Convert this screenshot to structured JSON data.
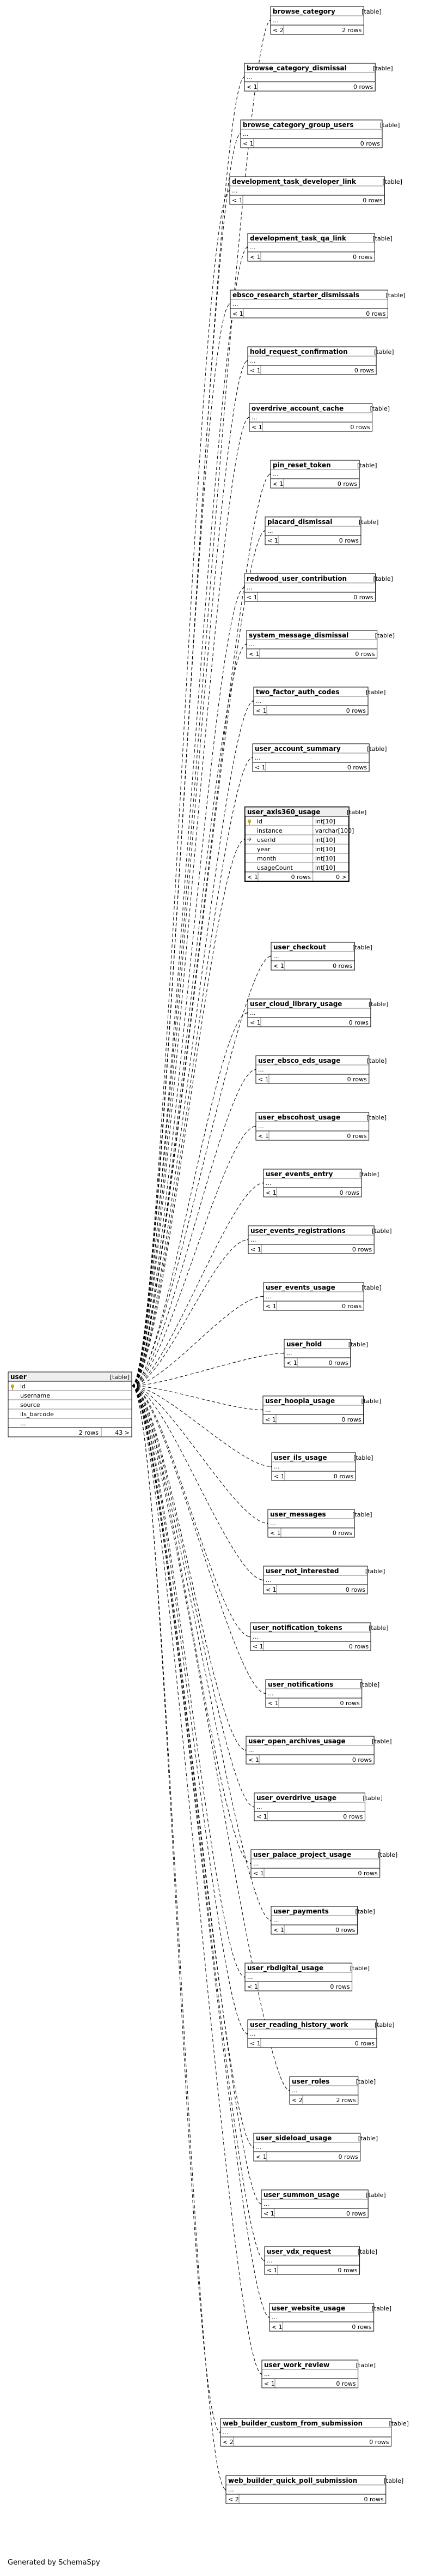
{
  "footer": {
    "text": "Generated by SchemaSpy"
  },
  "diagram": {
    "source_table": {
      "name": "user",
      "tag": "[table]",
      "columns": [
        {
          "name": "id",
          "key": true
        },
        {
          "name": "username"
        },
        {
          "name": "source"
        },
        {
          "name": "ils_barcode"
        },
        {
          "name": "..."
        }
      ],
      "rows": "2 rows",
      "refs": "43 >"
    },
    "tables": [
      {
        "name": "browse_category",
        "cells": [
          "...",
          "< 2",
          "2 rows"
        ]
      },
      {
        "name": "browse_category_dismissal",
        "cells": [
          "...",
          "< 1",
          "0 rows"
        ]
      },
      {
        "name": "browse_category_group_users",
        "cells": [
          "...",
          "< 1",
          "0 rows"
        ]
      },
      {
        "name": "development_task_developer_link",
        "cells": [
          "...",
          "< 1",
          "0 rows"
        ]
      },
      {
        "name": "development_task_qa_link",
        "cells": [
          "...",
          "< 1",
          "0 rows"
        ]
      },
      {
        "name": "ebsco_research_starter_dismissals",
        "cells": [
          "...",
          "< 1",
          "0 rows"
        ]
      },
      {
        "name": "hold_request_confirmation",
        "cells": [
          "...",
          "< 1",
          "0 rows"
        ]
      },
      {
        "name": "overdrive_account_cache",
        "cells": [
          "...",
          "< 1",
          "0 rows"
        ]
      },
      {
        "name": "pin_reset_token",
        "cells": [
          "...",
          "< 1",
          "0 rows"
        ]
      },
      {
        "name": "placard_dismissal",
        "cells": [
          "...",
          "< 1",
          "0 rows"
        ]
      },
      {
        "name": "redwood_user_contribution",
        "cells": [
          "...",
          "< 1",
          "0 rows"
        ]
      },
      {
        "name": "system_message_dismissal",
        "cells": [
          "...",
          "< 1",
          "0 rows"
        ]
      },
      {
        "name": "two_factor_auth_codes",
        "cells": [
          "...",
          "< 1",
          "0 rows"
        ]
      },
      {
        "name": "user_account_summary",
        "cells": [
          "...",
          "< 1",
          "0 rows"
        ]
      },
      {
        "name": "user_axis360_usage",
        "detailed": true,
        "columns": [
          {
            "name": "id",
            "type": "int[10]",
            "key": true
          },
          {
            "name": "instance",
            "type": "varchar[100]"
          },
          {
            "name": "userId",
            "type": "int[10]",
            "fk": true
          },
          {
            "name": "year",
            "type": "int[10]"
          },
          {
            "name": "month",
            "type": "int[10]"
          },
          {
            "name": "usageCount",
            "type": "int[10]"
          }
        ],
        "foot": [
          "< 1",
          "0 rows",
          "0 >"
        ]
      },
      {
        "name": "user_checkout",
        "cells": [
          "...",
          "< 1",
          "0 rows"
        ]
      },
      {
        "name": "user_cloud_library_usage",
        "cells": [
          "...",
          "< 1",
          "0 rows"
        ]
      },
      {
        "name": "user_ebsco_eds_usage",
        "cells": [
          "...",
          "< 1",
          "0 rows"
        ]
      },
      {
        "name": "user_ebscohost_usage",
        "cells": [
          "...",
          "< 1",
          "0 rows"
        ]
      },
      {
        "name": "user_events_entry",
        "cells": [
          "...",
          "< 1",
          "0 rows"
        ]
      },
      {
        "name": "user_events_registrations",
        "cells": [
          "...",
          "< 1",
          "0 rows"
        ]
      },
      {
        "name": "user_events_usage",
        "cells": [
          "...",
          "< 1",
          "0 rows"
        ]
      },
      {
        "name": "user_hold",
        "cells": [
          "...",
          "< 1",
          "0 rows"
        ]
      },
      {
        "name": "user_hoopla_usage",
        "cells": [
          "...",
          "< 1",
          "0 rows"
        ]
      },
      {
        "name": "user_ils_usage",
        "cells": [
          "...",
          "< 1",
          "0 rows"
        ]
      },
      {
        "name": "user_messages",
        "cells": [
          "...",
          "< 1",
          "0 rows"
        ]
      },
      {
        "name": "user_not_interested",
        "cells": [
          "...",
          "< 1",
          "0 rows"
        ]
      },
      {
        "name": "user_notification_tokens",
        "cells": [
          "...",
          "< 1",
          "0 rows"
        ]
      },
      {
        "name": "user_notifications",
        "cells": [
          "...",
          "< 1",
          "0 rows"
        ]
      },
      {
        "name": "user_open_archives_usage",
        "cells": [
          "...",
          "< 1",
          "0 rows"
        ]
      },
      {
        "name": "user_overdrive_usage",
        "cells": [
          "...",
          "< 1",
          "0 rows"
        ]
      },
      {
        "name": "user_palace_project_usage",
        "cells": [
          "...",
          "< 1",
          "0 rows"
        ]
      },
      {
        "name": "user_payments",
        "cells": [
          "...",
          "< 1",
          "0 rows"
        ]
      },
      {
        "name": "user_rbdigital_usage",
        "cells": [
          "...",
          "< 1",
          "0 rows"
        ]
      },
      {
        "name": "user_reading_history_work",
        "cells": [
          "...",
          "< 1",
          "0 rows"
        ]
      },
      {
        "name": "user_roles",
        "cells": [
          "...",
          "< 2",
          "2 rows"
        ]
      },
      {
        "name": "user_sideload_usage",
        "cells": [
          "...",
          "< 1",
          "0 rows"
        ]
      },
      {
        "name": "user_summon_usage",
        "cells": [
          "...",
          "< 1",
          "0 rows"
        ]
      },
      {
        "name": "user_vdx_request",
        "cells": [
          "...",
          "< 1",
          "0 rows"
        ]
      },
      {
        "name": "user_website_usage",
        "cells": [
          "...",
          "< 1",
          "0 rows"
        ]
      },
      {
        "name": "user_work_review",
        "cells": [
          "...",
          "< 1",
          "0 rows"
        ]
      },
      {
        "name": "web_builder_custom_from_submission",
        "cells": [
          "...",
          "< 2",
          "0 rows"
        ]
      },
      {
        "name": "web_builder_quick_poll_submission",
        "cells": [
          "...",
          "< 2",
          "0 rows"
        ]
      }
    ]
  }
}
